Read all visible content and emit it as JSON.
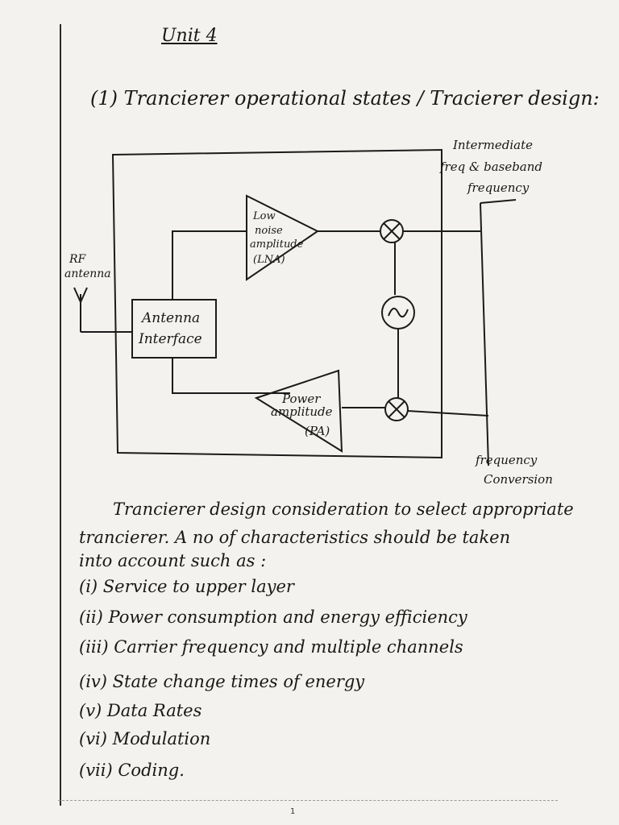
{
  "page": {
    "unit_title": "Unit 4",
    "heading": "(1) Trancierer operational states / Tracierer design:",
    "page_marker": "1"
  },
  "diagram": {
    "top_right_label_line1": "Intermediate",
    "top_right_label_line2": "freq & baseband",
    "top_right_label_line3": "frequency",
    "rf_label_line1": "RF",
    "rf_label_line2": "antenna",
    "antenna_interface_line1": "Antenna",
    "antenna_interface_line2": "Interface",
    "lna_line1": "Low",
    "lna_line2": "noise",
    "lna_line3": "amplitude",
    "lna_line4": "(LNA)",
    "pa_line1": "Power",
    "pa_line2": "amplitude",
    "pa_line3": "(PA)",
    "bottom_right_label_line1": "frequency",
    "bottom_right_label_line2": "Conversion"
  },
  "text": {
    "para_line1": "Trancierer design consideration to select appropriate",
    "para_line2": "trancierer. A no of characteristics should be taken",
    "para_line3": "into account such as :",
    "items": [
      "(i) Service to upper layer",
      "(ii) Power consumption and energy efficiency",
      "(iii) Carrier frequency and multiple channels",
      "(iv) State change times of energy",
      "(v) Data Rates",
      "(vi) Modulation",
      "(vii) Coding."
    ]
  }
}
